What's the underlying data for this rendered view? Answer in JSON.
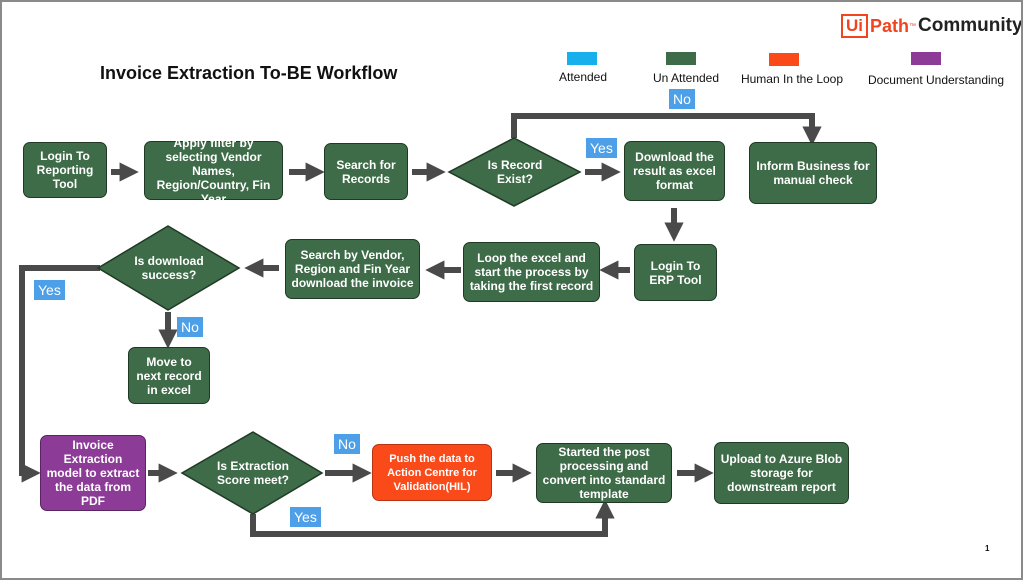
{
  "title": "Invoice Extraction To-BE Workflow",
  "logo": {
    "brand_box": "Ui",
    "brand_rest": "Path",
    "trademark": "™",
    "community": "Community"
  },
  "legend": [
    {
      "label": "Attended",
      "color": "#17b0ec"
    },
    {
      "label": "Un Attended",
      "color": "#3e6b48"
    },
    {
      "label": "Human In the Loop",
      "color": "#fb4a1a"
    },
    {
      "label": "Document Understanding",
      "color": "#8c3c97"
    }
  ],
  "nodes": {
    "login_reporting": "Login To Reporting Tool",
    "apply_filter": "Apply filter by selecting Vendor Names, Region/Country, Fin Year",
    "search_records": "Search for Records",
    "is_record_exist": "Is Record Exist?",
    "download_result": "Download the result as excel format",
    "inform_business": "Inform Business for manual check",
    "login_erp": "Login To ERP Tool",
    "loop_excel": "Loop the excel and start the process by taking the first record",
    "search_vendor": "Search by Vendor, Region and Fin Year download the invoice",
    "is_download_success": "Is download success?",
    "move_next": "Move to next record in excel",
    "invoice_extraction": "Invoice Extraction model to extract the data from PDF",
    "is_extraction_score": "Is Extraction Score meet?",
    "push_data": "Push the data to Action Centre for Validation(HIL)",
    "post_processing": "Started the post processing and convert into standard template",
    "upload_azure": "Upload to Azure Blob storage for downstream report"
  },
  "tags": {
    "no_record": "No",
    "yes_record": "Yes",
    "yes_download": "Yes",
    "no_download": "No",
    "no_score": "No",
    "yes_score": "Yes"
  },
  "page_number": "1"
}
